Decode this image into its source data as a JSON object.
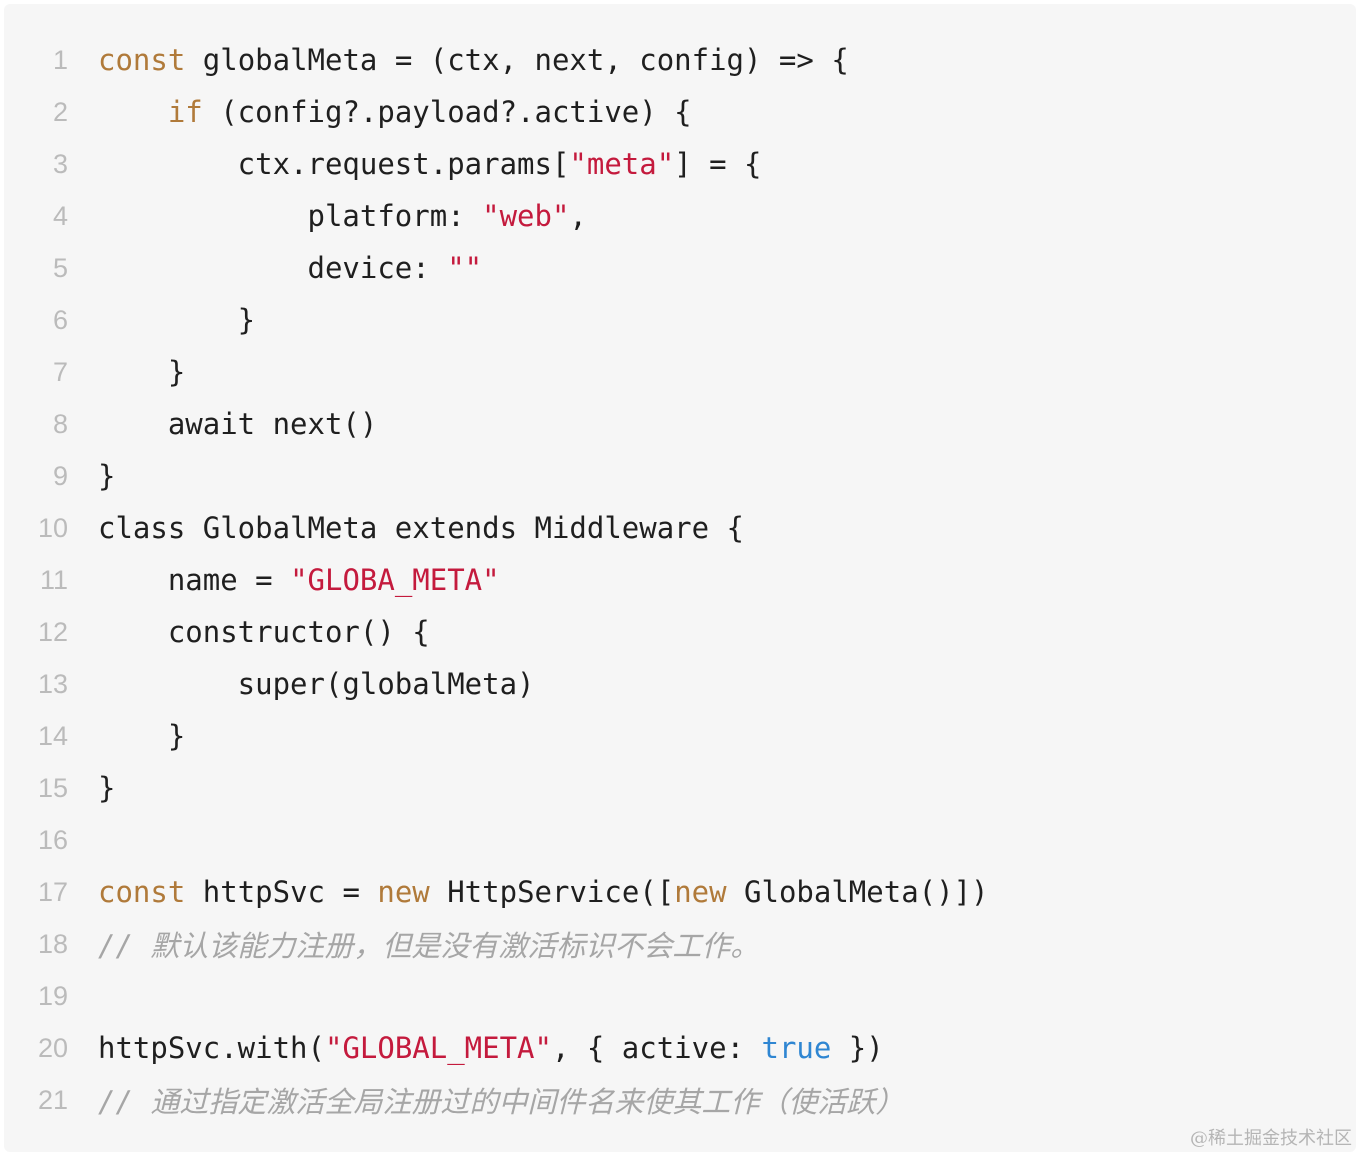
{
  "code": {
    "language": "javascript",
    "lines": [
      {
        "no": "1",
        "tokens": [
          {
            "t": "const",
            "k": "kw"
          },
          {
            "t": " globalMeta = (ctx, next, config) => {",
            "k": "plain"
          }
        ]
      },
      {
        "no": "2",
        "tokens": [
          {
            "t": "    ",
            "k": "plain"
          },
          {
            "t": "if",
            "k": "kw"
          },
          {
            "t": " (config?.payload?.active) {",
            "k": "plain"
          }
        ]
      },
      {
        "no": "3",
        "tokens": [
          {
            "t": "        ctx.request.params[",
            "k": "plain"
          },
          {
            "t": "\"meta\"",
            "k": "str"
          },
          {
            "t": "] = {",
            "k": "plain"
          }
        ]
      },
      {
        "no": "4",
        "tokens": [
          {
            "t": "            platform: ",
            "k": "plain"
          },
          {
            "t": "\"web\"",
            "k": "str"
          },
          {
            "t": ",",
            "k": "plain"
          }
        ]
      },
      {
        "no": "5",
        "tokens": [
          {
            "t": "            device: ",
            "k": "plain"
          },
          {
            "t": "\"\"",
            "k": "str"
          }
        ]
      },
      {
        "no": "6",
        "tokens": [
          {
            "t": "        }",
            "k": "plain"
          }
        ]
      },
      {
        "no": "7",
        "tokens": [
          {
            "t": "    }",
            "k": "plain"
          }
        ]
      },
      {
        "no": "8",
        "tokens": [
          {
            "t": "    await next()",
            "k": "plain"
          }
        ]
      },
      {
        "no": "9",
        "tokens": [
          {
            "t": "}",
            "k": "plain"
          }
        ]
      },
      {
        "no": "10",
        "tokens": [
          {
            "t": "class GlobalMeta extends Middleware {",
            "k": "plain"
          }
        ]
      },
      {
        "no": "11",
        "tokens": [
          {
            "t": "    name = ",
            "k": "plain"
          },
          {
            "t": "\"GLOBA_META\"",
            "k": "str"
          }
        ]
      },
      {
        "no": "12",
        "tokens": [
          {
            "t": "    constructor() {",
            "k": "plain"
          }
        ]
      },
      {
        "no": "13",
        "tokens": [
          {
            "t": "        super(globalMeta)",
            "k": "plain"
          }
        ]
      },
      {
        "no": "14",
        "tokens": [
          {
            "t": "    }",
            "k": "plain"
          }
        ]
      },
      {
        "no": "15",
        "tokens": [
          {
            "t": "}",
            "k": "plain"
          }
        ]
      },
      {
        "no": "16",
        "tokens": []
      },
      {
        "no": "17",
        "tokens": [
          {
            "t": "const",
            "k": "kw"
          },
          {
            "t": " httpSvc = ",
            "k": "plain"
          },
          {
            "t": "new",
            "k": "kw"
          },
          {
            "t": " HttpService([",
            "k": "plain"
          },
          {
            "t": "new",
            "k": "kw"
          },
          {
            "t": " GlobalMeta()])",
            "k": "plain"
          }
        ]
      },
      {
        "no": "18",
        "tokens": [
          {
            "t": "// 默认该能力注册，但是没有激活标识不会工作。",
            "k": "comment"
          }
        ]
      },
      {
        "no": "19",
        "tokens": []
      },
      {
        "no": "20",
        "tokens": [
          {
            "t": "httpSvc.with(",
            "k": "plain"
          },
          {
            "t": "\"GLOBAL_META\"",
            "k": "str"
          },
          {
            "t": ", { active: ",
            "k": "plain"
          },
          {
            "t": "true",
            "k": "bool"
          },
          {
            "t": " })",
            "k": "plain"
          }
        ]
      },
      {
        "no": "21",
        "tokens": [
          {
            "t": "// 通过指定激活全局注册过的中间件名来使其工作（使活跃）",
            "k": "comment"
          }
        ]
      }
    ]
  },
  "watermark": "@稀土掘金技术社区",
  "colors": {
    "background": "#f6f6f6",
    "keyword": "#b07a3a",
    "string": "#c41a3d",
    "boolean": "#2f86d2",
    "comment": "#a6a6a6",
    "text": "#1f1f1f",
    "line_number": "#bbbbbb"
  }
}
